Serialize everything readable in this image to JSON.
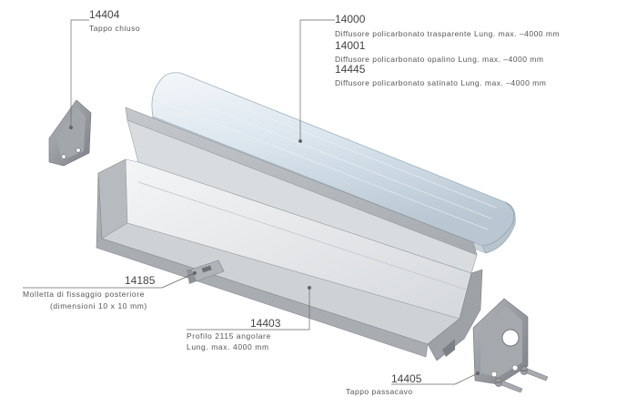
{
  "parts": [
    {
      "code": "14404",
      "desc": "Tappo chiuso"
    },
    {
      "code": "14000",
      "desc": "Diffusore policarbonato trasparente Lung. max. –4000 mm"
    },
    {
      "code": "14001",
      "desc": "Diffusore policarbonato opalino Lung. max. –4000 mm"
    },
    {
      "code": "14445",
      "desc": "Diffusore policarbonato satinato Lung. max. –4000 mm"
    },
    {
      "code": "14185",
      "desc_line1": "Molletta di fissaggio posteriore",
      "desc_line2": "(dimensioni 10 x 10 mm)"
    },
    {
      "code": "14403",
      "desc_line1": "Profilo 2115 angolare",
      "desc_line2": "Lung.  max. 4000 mm"
    },
    {
      "code": "14405",
      "desc": "Tappo passacavo"
    }
  ],
  "colors": {
    "leader": "#666666",
    "aluminium_light": "#e9ebed",
    "aluminium_mid": "#c9ccd0",
    "aluminium_dark": "#9ea2a7",
    "diffuser": "#dbe6ee",
    "endcap": "#8d9197"
  }
}
